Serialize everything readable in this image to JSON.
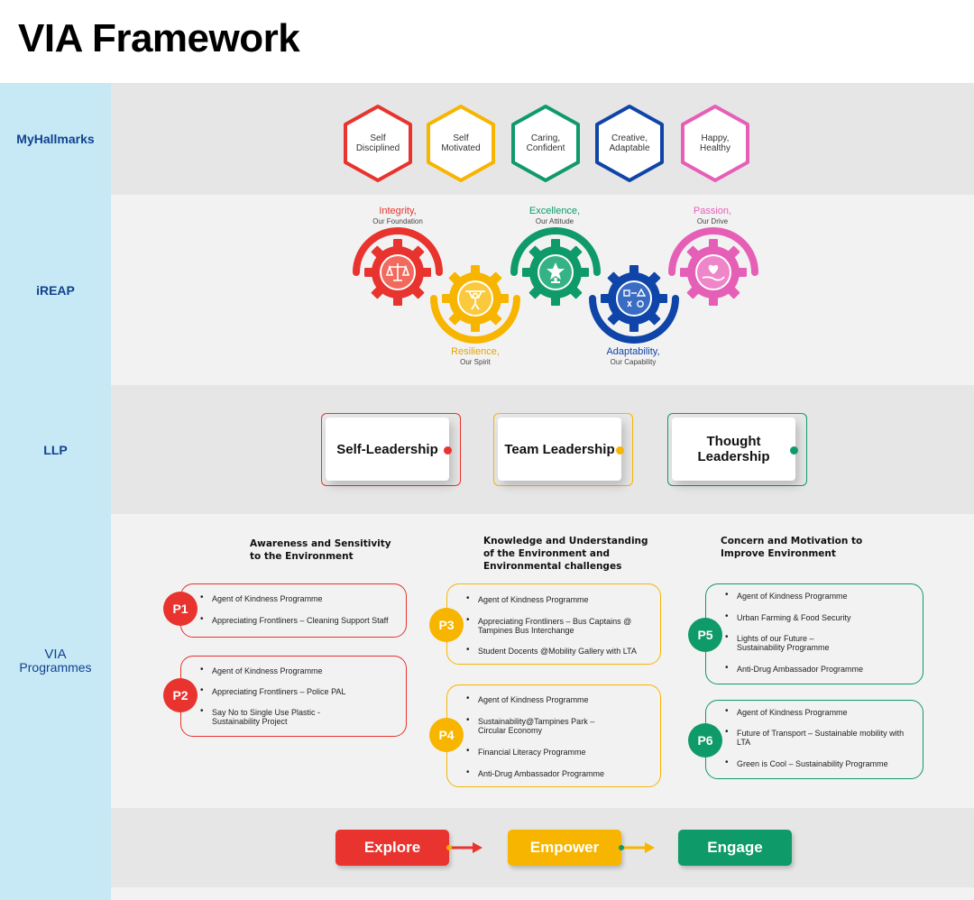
{
  "title": "VIA Framework",
  "colors": {
    "red": "#e8332e",
    "yellow": "#f7b500",
    "green": "#0f9a6a",
    "blue": "#0f45a8",
    "pink": "#e65fb7"
  },
  "rows": {
    "hallmarks": {
      "label": "MyHallmarks",
      "items": [
        "Self Disciplined",
        "Self Motivated",
        "Caring, Confident",
        "Creative, Adaptable",
        "Happy, Healthy"
      ]
    },
    "ireap": {
      "label": "iREAP",
      "values": [
        {
          "value": "Integrity,",
          "sub": "Our Foundation",
          "icon": "scales-icon"
        },
        {
          "value": "Resilience,",
          "sub": "Our Spirit",
          "icon": "weightlifter-icon"
        },
        {
          "value": "Excellence,",
          "sub": "Our Attitude",
          "icon": "trophy-icon"
        },
        {
          "value": "Adaptability,",
          "sub": "Our Capability",
          "icon": "shapes-icon"
        },
        {
          "value": "Passion,",
          "sub": "Our Drive",
          "icon": "heart-hand-icon"
        }
      ]
    },
    "llp": {
      "label": "LLP",
      "items": [
        "Self-Leadership",
        "Team Leadership",
        "Thought Leadership"
      ]
    },
    "programmes": {
      "label_line1": "VIA",
      "label_line2": "Programmes",
      "columns": [
        {
          "heading_lines": [
            "Awareness and Sensitivity",
            "to the Environment"
          ]
        },
        {
          "heading_lines": [
            "Knowledge and Understanding",
            "of the Environment and",
            "Environmental challenges"
          ]
        },
        {
          "heading_lines": [
            "Concern and Motivation to",
            "Improve Environment"
          ]
        }
      ],
      "boxes": [
        {
          "tag": "P1",
          "items": [
            "Agent of Kindness Programme",
            "Appreciating Frontliners – Cleaning Support Staff"
          ]
        },
        {
          "tag": "P2",
          "items": [
            "Agent of Kindness Programme",
            "Appreciating Frontliners – Police PAL",
            "Say No to Single Use Plastic - Sustainability Project"
          ]
        },
        {
          "tag": "P3",
          "items": [
            "Agent of Kindness Programme",
            "Appreciating Frontliners – Bus Captains @ Tampines Bus Interchange",
            "Student Docents @Mobility Gallery with LTA"
          ]
        },
        {
          "tag": "P4",
          "items": [
            "Agent of Kindness Programme",
            "Sustainability@Tampines Park – Circular Economy",
            "Financial Literacy Programme",
            "Anti-Drug Ambassador Programme"
          ]
        },
        {
          "tag": "P5",
          "items": [
            "Agent of Kindness Programme",
            "Urban Farming & Food Security",
            "Lights of our Future – Sustainability Programme",
            "Anti-Drug Ambassador Programme"
          ]
        },
        {
          "tag": "P6",
          "items": [
            "Agent of Kindness Programme",
            "Future of Transport –   Sustainable mobility with LTA",
            "Green is Cool – Sustainability Programme"
          ]
        }
      ]
    },
    "eee": {
      "items": [
        "Explore",
        "Empower",
        "Engage"
      ]
    }
  }
}
